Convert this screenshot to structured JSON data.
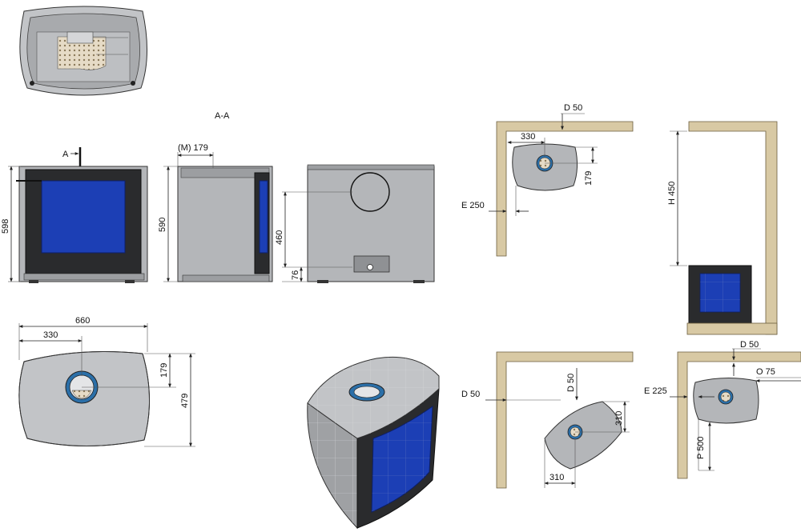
{
  "labels": {
    "section": "A-A",
    "section_marker": "A",
    "front_height": "598",
    "side_top_offset": "(M) 179",
    "side_height": "590",
    "rear_height": "460",
    "rear_inlet_height": "76",
    "plan_width": "660",
    "plan_half_width": "330",
    "plan_offset": "179",
    "plan_depth": "479",
    "inst1_flue": "D 50",
    "inst1_offset": "330",
    "inst1_depth": "179",
    "inst1_side": "E 250",
    "inst2_height": "H 450",
    "inst3_back": "D 50",
    "inst3_wall": "D 50",
    "inst3_depth": "310",
    "inst3_width": "310",
    "inst4_flue": "D 50",
    "inst4_side": "E 225",
    "inst4_right": "O 75",
    "inst4_front": "P 500"
  },
  "colors": {
    "steel": "#b4b6b9",
    "glass": "#1c3fb5",
    "wall": "#d8c9a4",
    "frame": "#2a2b2d"
  }
}
